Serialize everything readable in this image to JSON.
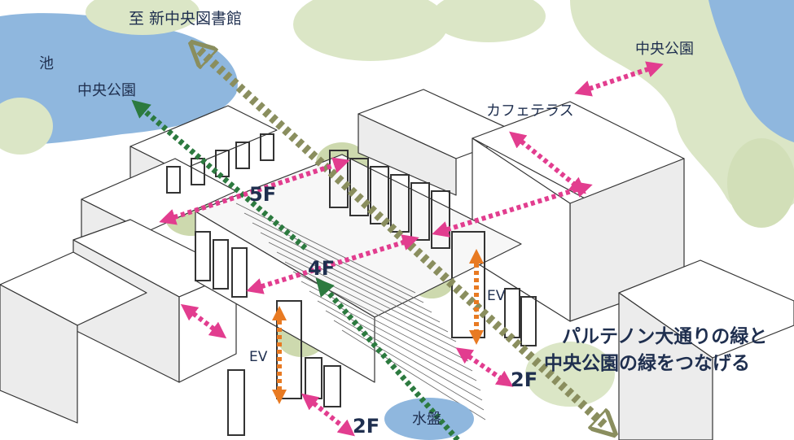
{
  "labels": {
    "to_new_library": "至 新中央図書館",
    "pond": "池",
    "central_park_left": "中央公園",
    "central_park_right": "中央公園",
    "cafe_terrace": "カフェテラス",
    "floor_5f": "5F",
    "floor_4f": "4F",
    "floor_2f_bottom": "2F",
    "floor_2f_right": "2F",
    "ev_left": "EV",
    "ev_right": "EV",
    "water_basin": "水盤",
    "headline_line1": "パルテノン大通りの緑と",
    "headline_line2": "中央公園の緑をつなげる"
  },
  "colors": {
    "pond_water": "#8fb7de",
    "foliage": "#dbe6c6",
    "building_face": "#ffffff",
    "building_side": "#ececec",
    "outline": "#333333",
    "arrow_magenta": "#e23d8f",
    "arrow_green": "#2c7a3f",
    "arrow_olive": "#8a8e5e",
    "arrow_orange": "#e87a22",
    "label_navy": "#1f2f4f"
  }
}
